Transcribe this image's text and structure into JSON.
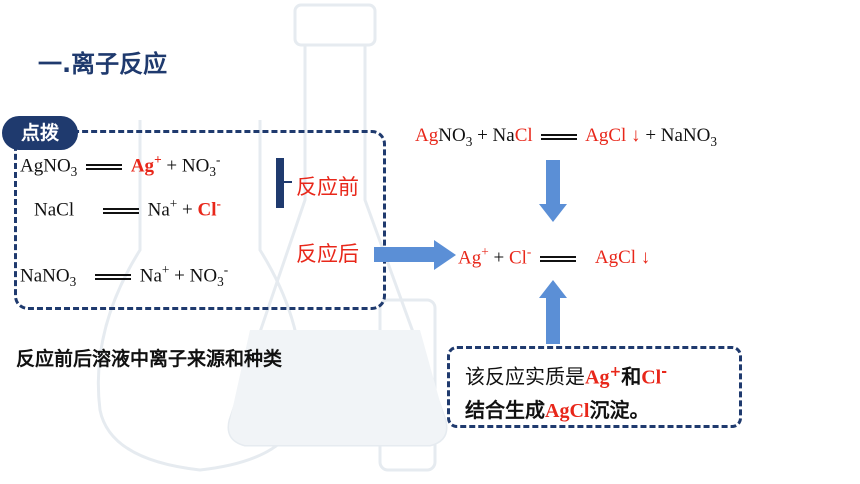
{
  "title": "一.离子反应",
  "tag_label": "点拨",
  "left_equations": {
    "eq1": {
      "lhs_a": "AgNO",
      "lhs_sub": "3",
      "ion1": "Ag",
      "ion1_sup": "+",
      "plus": " + ",
      "ion2": "NO",
      "ion2_sub": "3",
      "ion2_sup": "-"
    },
    "eq2": {
      "lhs": "NaCl",
      "ion1": "Na",
      "ion1_sup": "+",
      "plus": " + ",
      "ion2": "Cl",
      "ion2_sup": "-"
    },
    "eq3": {
      "lhs_a": "NaNO",
      "lhs_sub": "3",
      "ion1": "Na",
      "ion1_sup": "+",
      "plus": " + ",
      "ion2": "NO",
      "ion2_sub": "3",
      "ion2_sup": "-"
    }
  },
  "label_before": "反应前",
  "label_after": "反应后",
  "top_equation": {
    "ag": "Ag",
    "no3": "NO",
    "no3_sub": "3",
    "plus1": " + Na",
    "cl": "Cl",
    "prod_agcl": "AgCl ↓",
    "plus2": " + NaNO",
    "prod_sub": "3"
  },
  "net_equation": {
    "ag": "Ag",
    "ag_sup": "+",
    "plus": " + ",
    "cl": "Cl",
    "cl_sup": "-",
    "product": "AgCl ↓"
  },
  "caption": "反应前后溶液中离子来源和种类",
  "note": {
    "line1_a": "该反应实质是",
    "ag": "Ag",
    "ag_sup": "+",
    "and": "和",
    "cl": "Cl",
    "cl_sup": "-",
    "line2_a": "结合生成",
    "agcl": "AgCl",
    "line2_b": "沉淀。"
  },
  "colors": {
    "navy": "#1f3a6e",
    "red": "#e8271a",
    "arrow_blue": "#5b8fd6"
  }
}
